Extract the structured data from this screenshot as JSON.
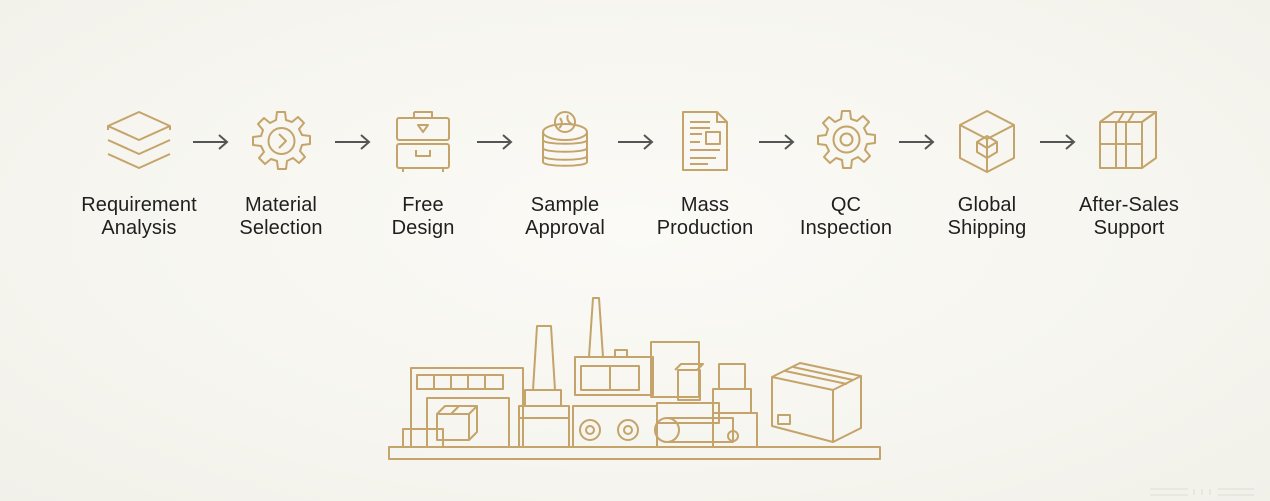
{
  "colors": {
    "background": "#f7f6f0",
    "icon_stroke": "#c4a46a",
    "arrow": "#555555",
    "text": "#1f1f1f"
  },
  "steps": [
    {
      "line1": "Requirement",
      "line2": "Analysis",
      "icon": "layers-icon"
    },
    {
      "line1": "Material",
      "line2": "Selection",
      "icon": "gear-icon"
    },
    {
      "line1": "Free",
      "line2": "Design",
      "icon": "drawer-icon"
    },
    {
      "line1": "Sample",
      "line2": "Approval",
      "icon": "coin-stack-icon"
    },
    {
      "line1": "Mass",
      "line2": "Production",
      "icon": "document-icon"
    },
    {
      "line1": "QC",
      "line2": "Inspection",
      "icon": "cog-icon"
    },
    {
      "line1": "Global",
      "line2": "Shipping",
      "icon": "cube-icon"
    },
    {
      "line1": "After-Sales",
      "line2": "Support",
      "icon": "box-icon"
    }
  ],
  "illustration": "factory-line-illustration"
}
